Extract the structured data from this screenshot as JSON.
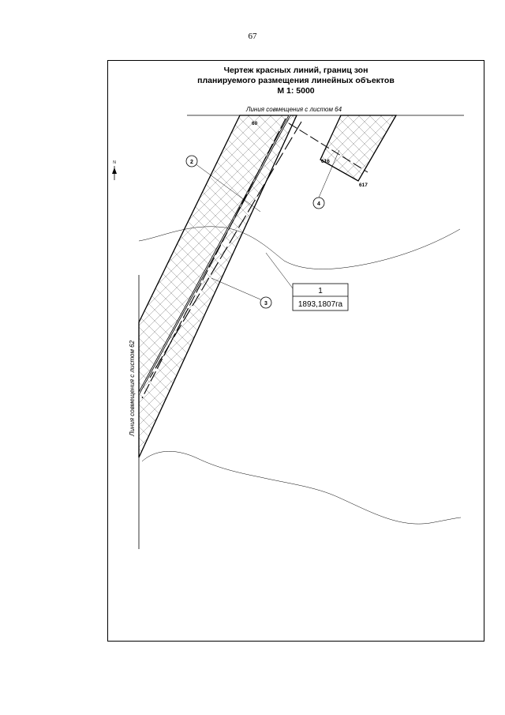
{
  "page_number": "67",
  "title": {
    "line1": "Чертеж красных линий, границ зон",
    "line2": "планируемого размещения линейных объектов",
    "line3": "М 1: 5000"
  },
  "labels": {
    "match_line_top": "Линия совмещения с листом 64",
    "match_line_left": "Линия совмещения с листом 62",
    "north": "N"
  },
  "points": [
    "60",
    "616",
    "617"
  ],
  "markers": [
    "2",
    "4",
    "3"
  ],
  "zone": {
    "number": "1",
    "area": "1893,1807га"
  }
}
